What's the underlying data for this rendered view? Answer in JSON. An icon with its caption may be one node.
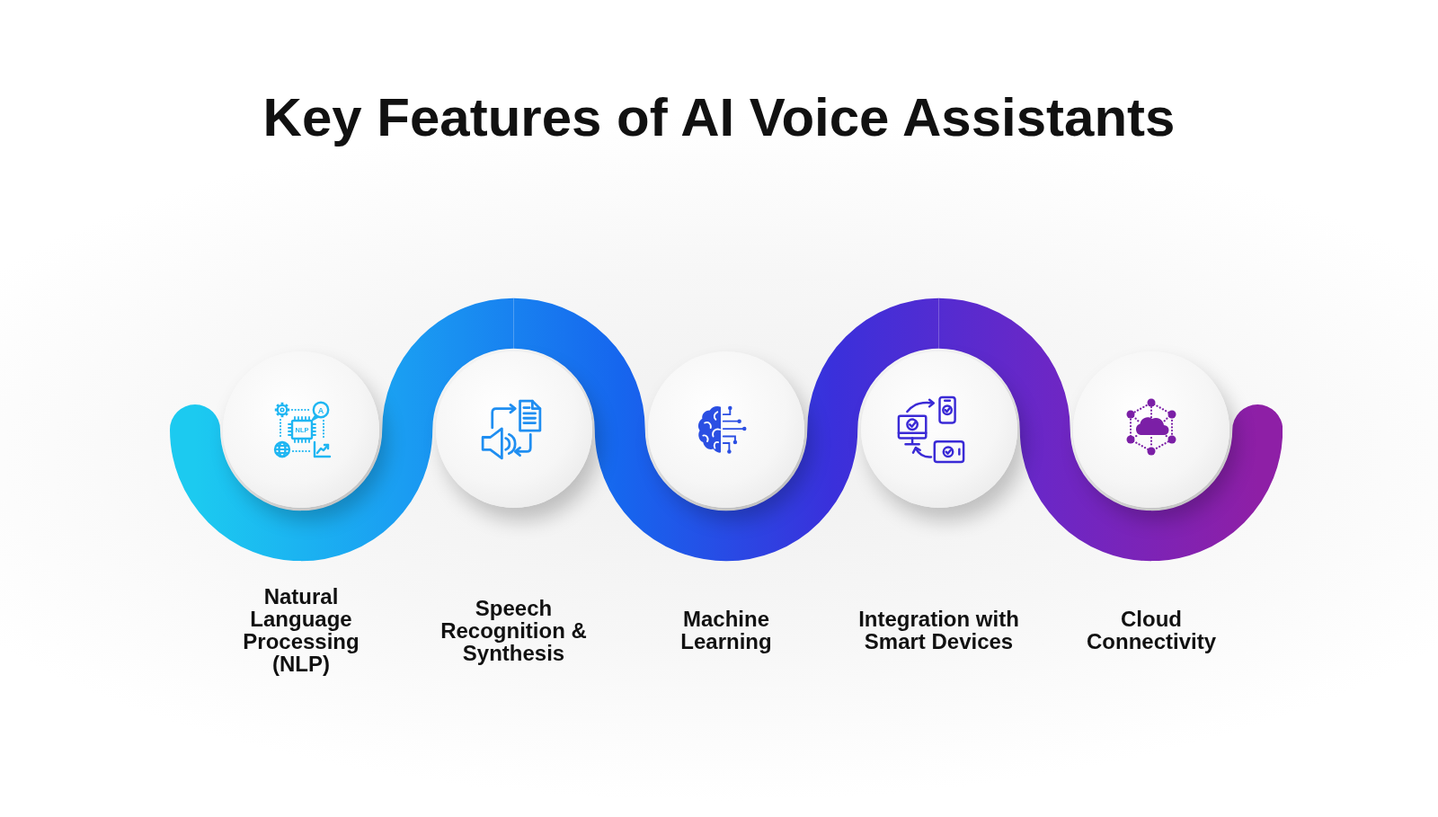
{
  "diagram": {
    "title": "Key Features of AI Voice Assistants",
    "nodes": [
      {
        "text": [
          "A",
          "NLP",
          "Natural Language Processing (NLP)"
        ]
      },
      {
        "text": [
          "Speech Recognition & Synthesis"
        ]
      },
      {
        "text": [
          "Machine Learning"
        ]
      },
      {
        "text": [
          "Integration with Smart Devices"
        ]
      },
      {
        "text": [
          "Cloud Connectivity"
        ]
      }
    ],
    "edges": [
      {
        "from": 0,
        "to": 1,
        "arrow": "none",
        "color": "#1a9cf2"
      },
      {
        "from": 1,
        "to": 2,
        "arrow": "none",
        "color": "#1666ee"
      },
      {
        "from": 2,
        "to": 3,
        "arrow": "none",
        "color": "#3a30db"
      },
      {
        "from": 3,
        "to": 4,
        "arrow": "none",
        "color": "#6b27c6"
      }
    ]
  }
}
